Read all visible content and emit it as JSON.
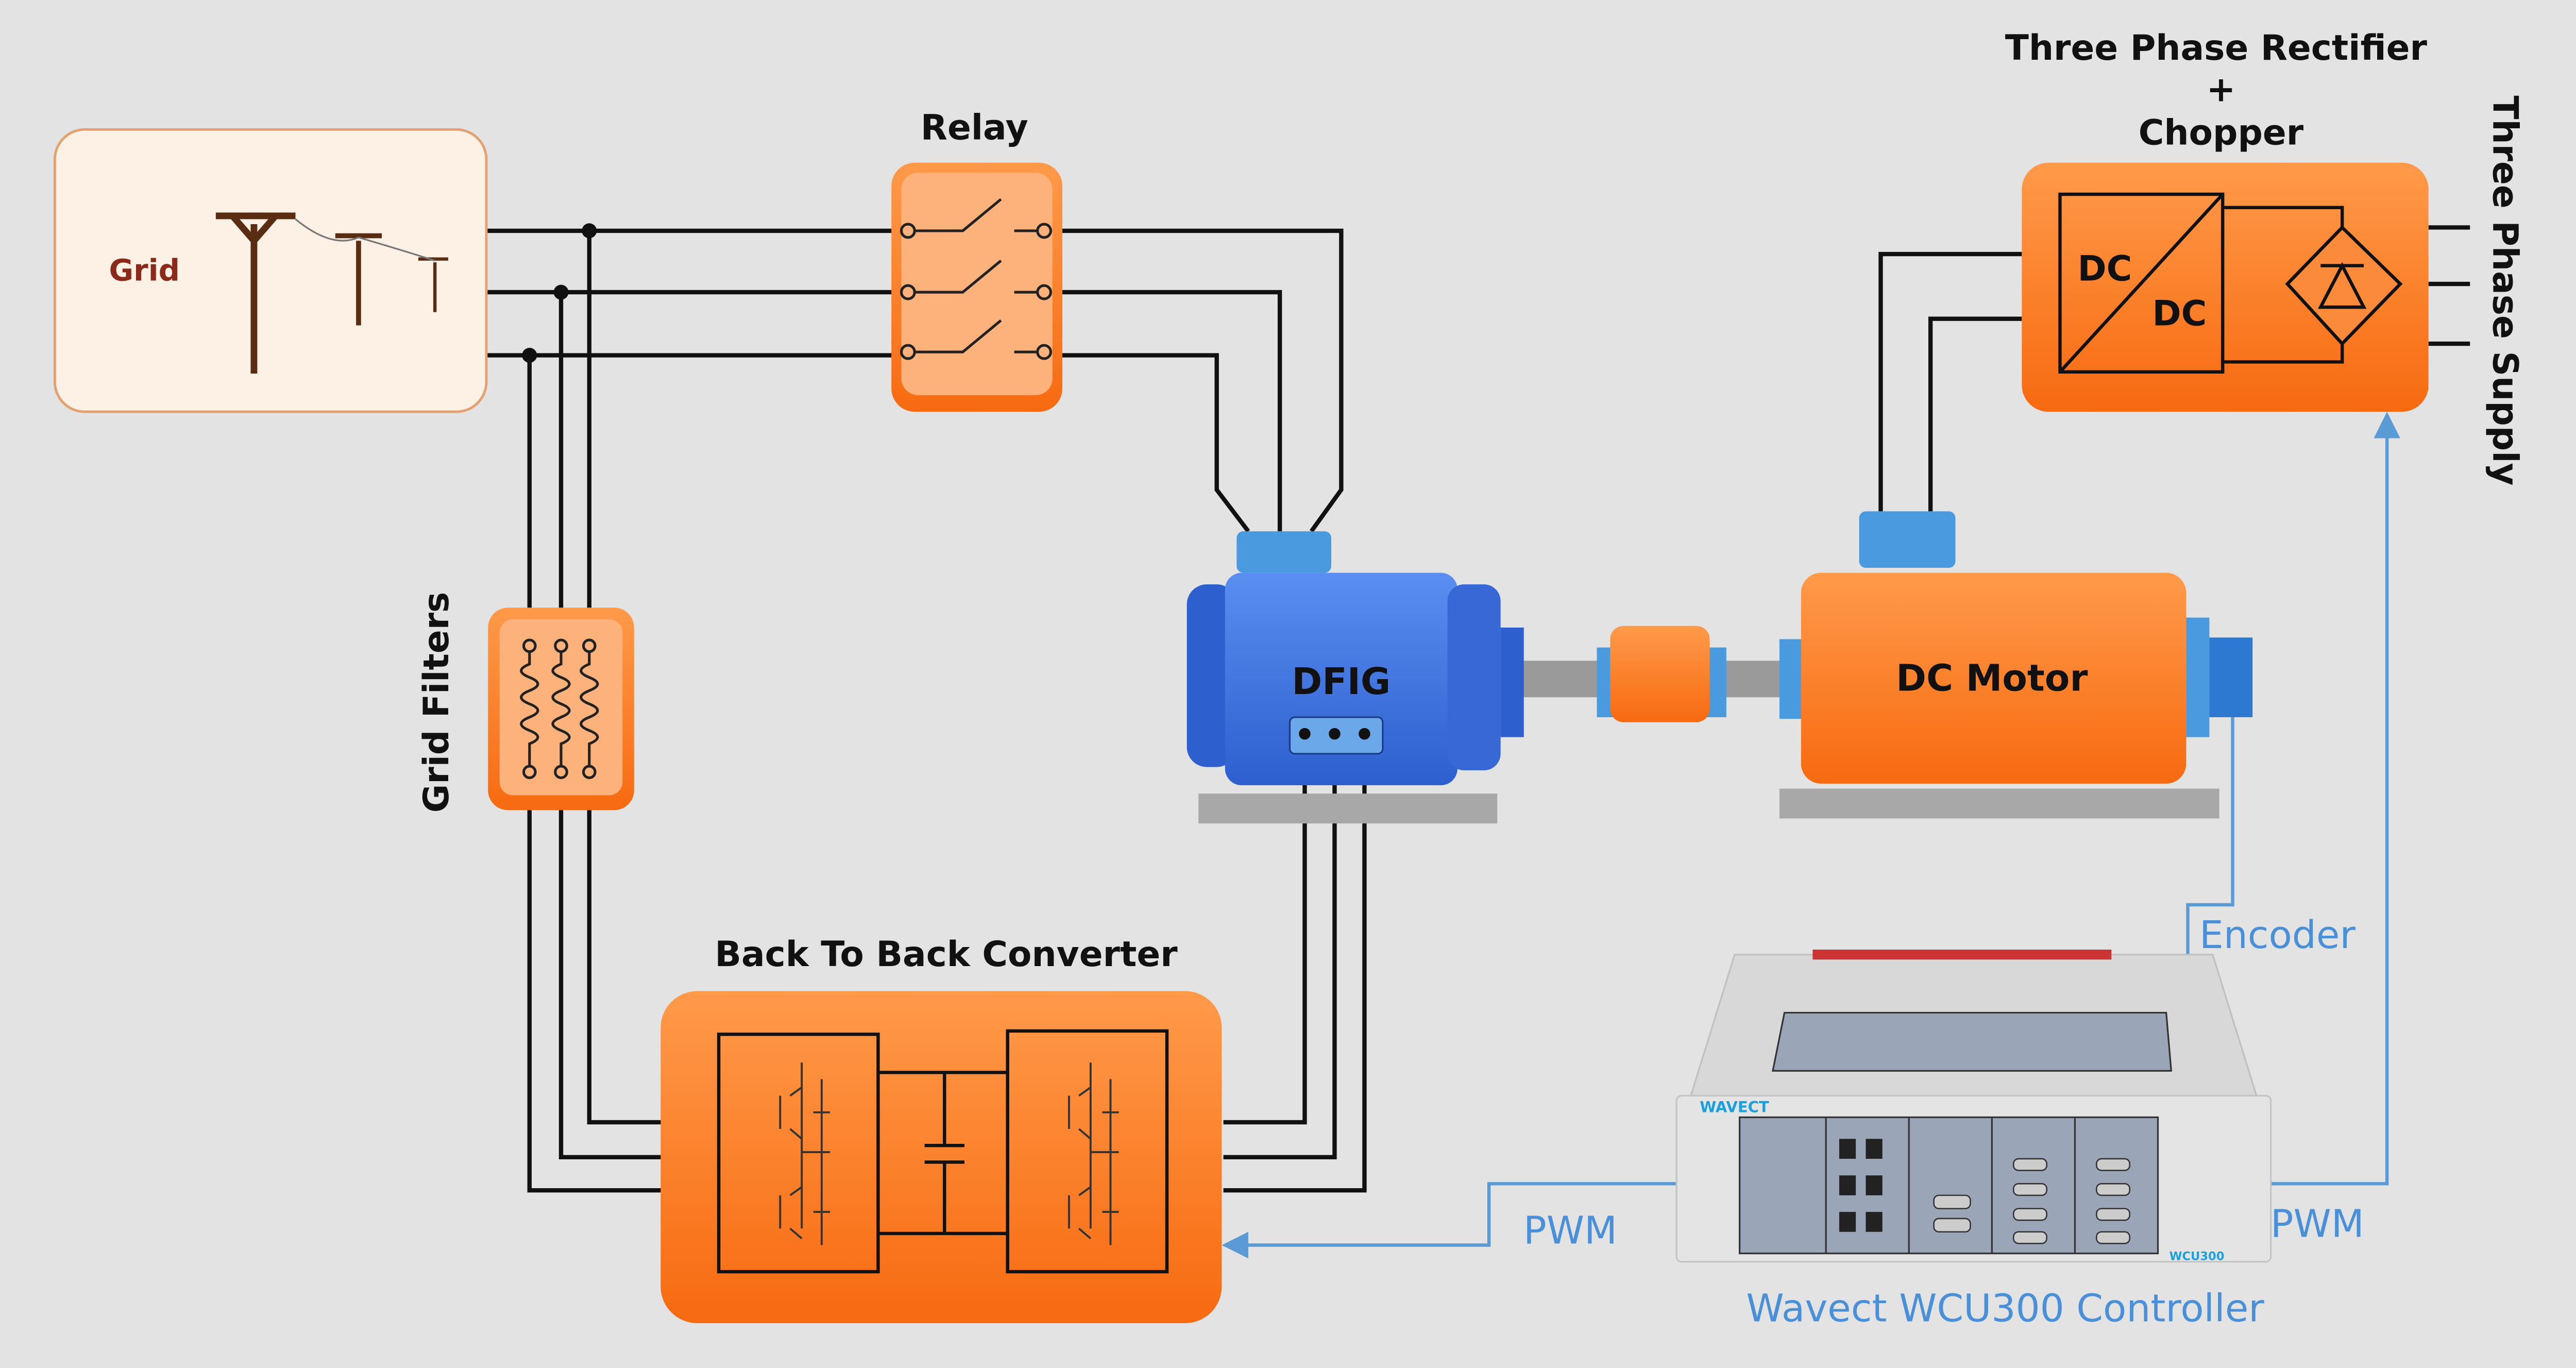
{
  "labels": {
    "grid": "Grid",
    "relay": "Relay",
    "rectifier_line1": "Three Phase Rectifier",
    "rectifier_line2": "+",
    "rectifier_line3": "Chopper",
    "three_phase_supply": "Three Phase Supply",
    "grid_filters": "Grid Filters",
    "dfig": "DFIG",
    "dc_motor": "DC Motor",
    "dc_in": "DC",
    "dc_out": "DC",
    "converter": "Back To Back Converter",
    "encoder": "Encoder",
    "pwm_left": "PWM",
    "pwm_right": "PWM",
    "controller": "Wavect WCU300 Controller"
  },
  "controller_device": {
    "brand": "WAVECT",
    "model": "WCU300"
  },
  "colors": {
    "background": "#e3e3e3",
    "orange": "#fb7a1e",
    "light_orange": "#fdb27c",
    "dfig_blue": "#3f72dc",
    "signal_blue": "#5b9bd5",
    "grid_text": "#8b2a1a"
  }
}
